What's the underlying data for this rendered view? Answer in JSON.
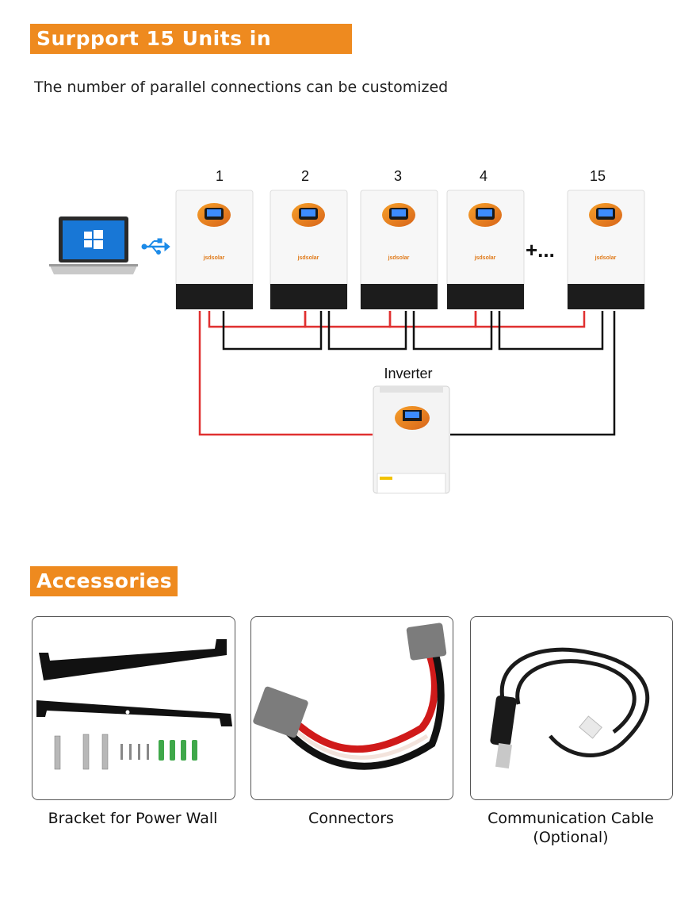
{
  "section1": {
    "title": "Surpport 15 Units in Parallel",
    "subtitle": "The number of parallel connections can be customized",
    "units": [
      "1",
      "2",
      "3",
      "4",
      "15"
    ],
    "ellipsis": "+...",
    "inverter_label": "Inverter",
    "brand_text": "jsdsolar",
    "colors": {
      "positive_wire": "#e03030",
      "negative_wire": "#111111",
      "accent": "#ee8a1f"
    },
    "icons": [
      "laptop-icon",
      "usb-icon",
      "battery-unit",
      "inverter-unit"
    ]
  },
  "section2": {
    "title": "Accessories",
    "items": [
      {
        "caption": "Bracket for Power Wall"
      },
      {
        "caption": "Connectors"
      },
      {
        "caption_line1": "Communication Cable",
        "caption_line2": "(Optional)"
      }
    ]
  }
}
